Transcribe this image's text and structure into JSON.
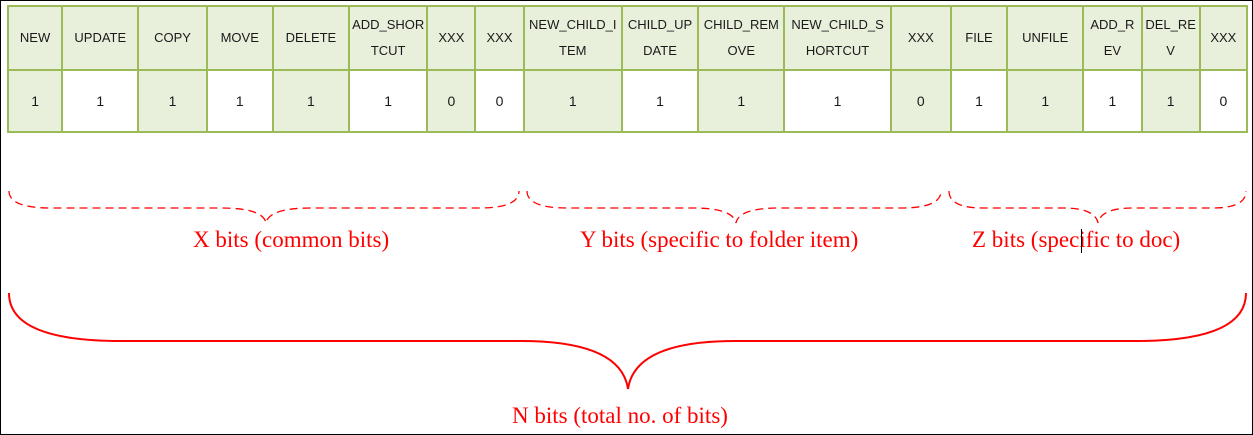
{
  "table": {
    "headers": [
      "NEW",
      "UPDATE",
      "COPY",
      "MOVE",
      "DELETE",
      "ADD_SHORTCUT",
      "XXX",
      "XXX",
      "NEW_CHILD_ITEM",
      "CHILD_UPDATE",
      "CHILD_REMOVE",
      "NEW_CHILD_SHORTCUT",
      "XXX",
      "FILE",
      "UNFILE",
      "ADD_REV",
      "DEL_REV",
      "XXX"
    ],
    "values": [
      "1",
      "1",
      "1",
      "1",
      "1",
      "1",
      "0",
      "0",
      "1",
      "1",
      "1",
      "1",
      "0",
      "1",
      "1",
      "1",
      "1",
      "0"
    ]
  },
  "labels": {
    "x": "X bits (common bits)",
    "y": "Y bits (specific to folder item)",
    "z": "Z bits (specific to doc)",
    "n": "N bits (total no. of bits)"
  },
  "colors": {
    "header_bg": "#e8f0dc",
    "border": "#9bbb59",
    "annotation": "#ff0000"
  }
}
